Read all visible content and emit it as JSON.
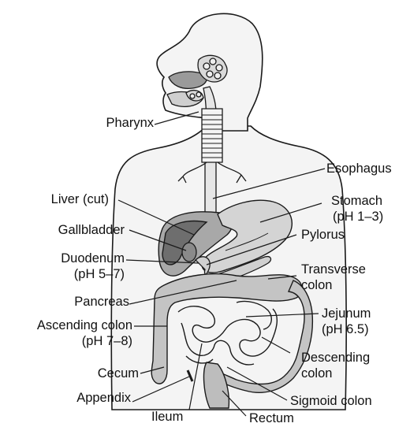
{
  "labels": {
    "pharynx": "Pharynx",
    "esophagus": "Esophagus",
    "stomach": "Stomach",
    "stomach_ph": "(pH 1–3)",
    "liver": "Liver (cut)",
    "gallbladder": "Gallbladder",
    "pylorus": "Pylorus",
    "duodenum": "Duodenum",
    "duodenum_ph": "(pH 5–7)",
    "transverse": "Transverse",
    "transverse_2": "colon",
    "pancreas": "Pancreas",
    "jejunum": "Jejunum",
    "jejunum_ph": "(pH 6.5)",
    "ascending": "Ascending colon",
    "ascending_ph": "(pH 7–8)",
    "descending": "Descending",
    "descending_2": "colon",
    "cecum": "Cecum",
    "appendix": "Appendix",
    "sigmoid": "Sigmoid colon",
    "ileum": "Ileum",
    "rectum": "Rectum"
  },
  "colors": {
    "outline": "#1a1a1a",
    "body_fill": "#f2f2f2",
    "organ_light": "#cfcfcf",
    "organ_mid": "#a9a9a9",
    "organ_dark": "#6f6f6f"
  }
}
